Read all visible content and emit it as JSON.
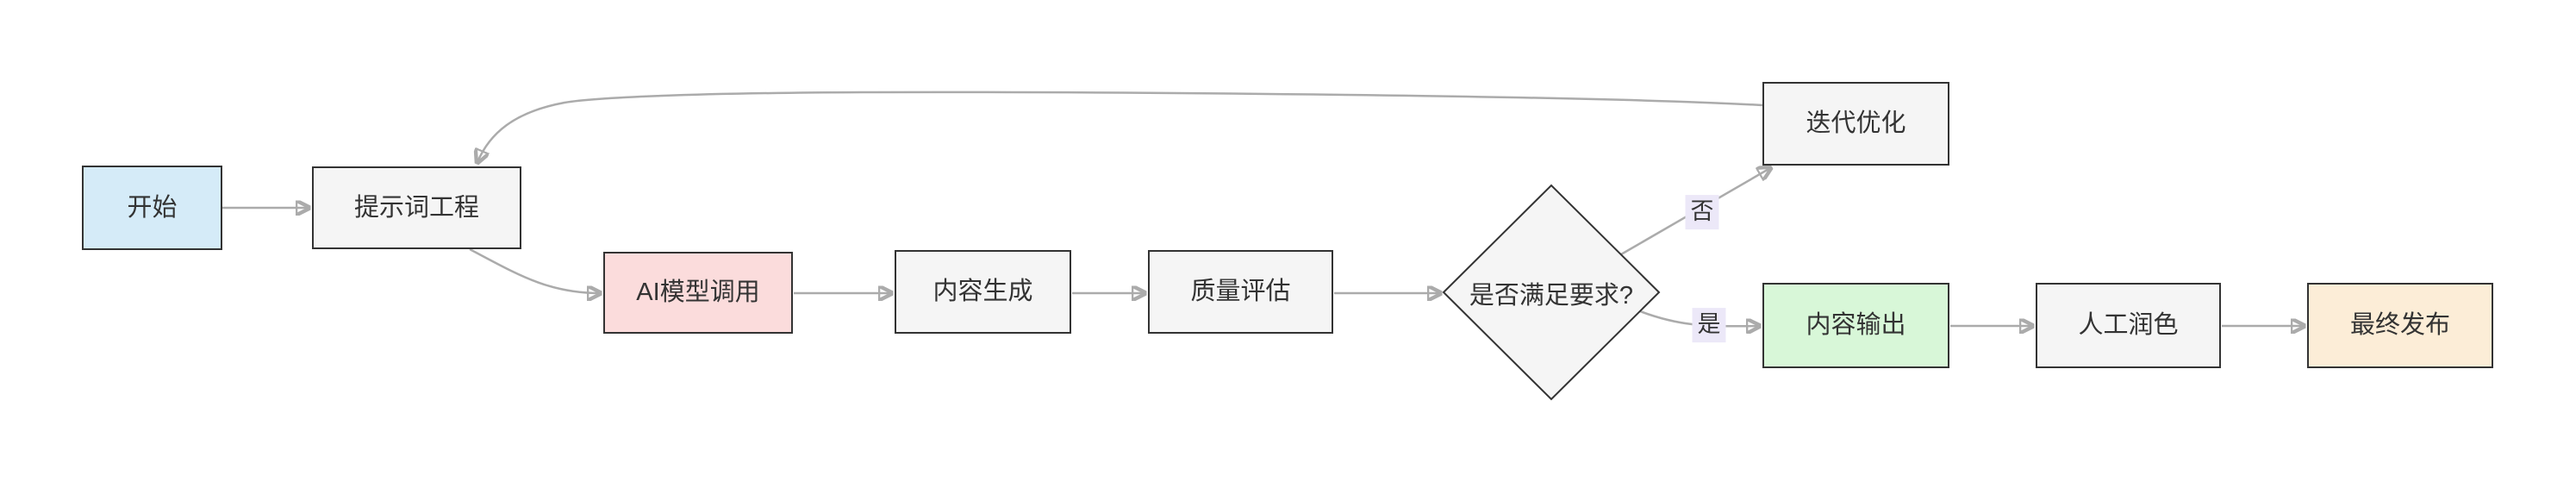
{
  "diagram": {
    "type": "flowchart",
    "direction": "left-to-right",
    "background": "#ffffff",
    "nodes": [
      {
        "id": "start",
        "label": "开始",
        "shape": "rect",
        "fill": "#d5ebf8"
      },
      {
        "id": "prompt",
        "label": "提示词工程",
        "shape": "rect",
        "fill": "#f5f5f5"
      },
      {
        "id": "ai",
        "label": "AI模型调用",
        "shape": "rect",
        "fill": "#fbdcdc"
      },
      {
        "id": "generate",
        "label": "内容生成",
        "shape": "rect",
        "fill": "#f5f5f5"
      },
      {
        "id": "quality",
        "label": "质量评估",
        "shape": "rect",
        "fill": "#f5f5f5"
      },
      {
        "id": "decision",
        "label": "是否满足要求?",
        "shape": "diamond",
        "fill": "#f5f5f5"
      },
      {
        "id": "iterate",
        "label": "迭代优化",
        "shape": "rect",
        "fill": "#f5f5f5"
      },
      {
        "id": "output",
        "label": "内容输出",
        "shape": "rect",
        "fill": "#d8f7d8"
      },
      {
        "id": "polish",
        "label": "人工润色",
        "shape": "rect",
        "fill": "#f5f5f5"
      },
      {
        "id": "publish",
        "label": "最终发布",
        "shape": "rect",
        "fill": "#fcedd7"
      }
    ],
    "edges": [
      {
        "from": "start",
        "to": "prompt",
        "label": ""
      },
      {
        "from": "prompt",
        "to": "ai",
        "label": ""
      },
      {
        "from": "ai",
        "to": "generate",
        "label": ""
      },
      {
        "from": "generate",
        "to": "quality",
        "label": ""
      },
      {
        "from": "quality",
        "to": "decision",
        "label": ""
      },
      {
        "from": "decision",
        "to": "iterate",
        "label": "否"
      },
      {
        "from": "decision",
        "to": "output",
        "label": "是"
      },
      {
        "from": "output",
        "to": "polish",
        "label": ""
      },
      {
        "from": "polish",
        "to": "publish",
        "label": ""
      },
      {
        "from": "iterate",
        "to": "prompt",
        "label": ""
      }
    ],
    "styles": {
      "node_border_color": "#333333",
      "node_text_color": "#333333",
      "default_node_fill": "#f5f5f5",
      "edge_color": "#ababab",
      "edge_label_background": "#ece8f8",
      "edge_label_text_color": "#333333"
    }
  }
}
